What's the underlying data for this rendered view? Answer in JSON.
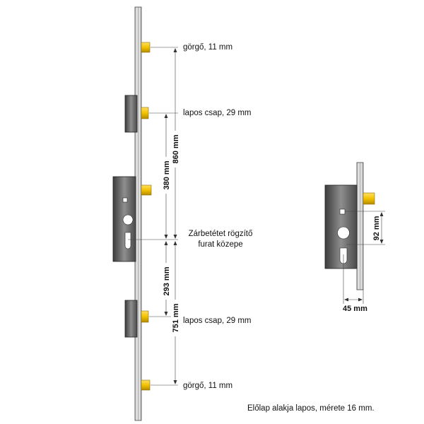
{
  "labels": {
    "roller_top": "görgő, 11 mm",
    "flat_pin_top": "lapos csap, 29 mm",
    "keeper_line1": "Zárbetétet rögzítő",
    "keeper_line2": "furat közepe",
    "flat_pin_bottom": "lapos csap, 29 mm",
    "roller_bottom": "görgő, 11 mm",
    "faceplate_note": "Előlap alakja lapos, mérete 16 mm."
  },
  "dimensions": {
    "d860": "860 mm",
    "d380": "380 mm",
    "d293": "293 mm",
    "d751": "751 mm",
    "d92": "92 mm",
    "d45": "45 mm"
  },
  "colors": {
    "bolt": "#f2c200",
    "bolt_dark": "#b48c00",
    "case": "#4a4a4a",
    "case_light": "#9a9a9a",
    "faceplate": "#e2e2e2",
    "line": "#333333"
  }
}
